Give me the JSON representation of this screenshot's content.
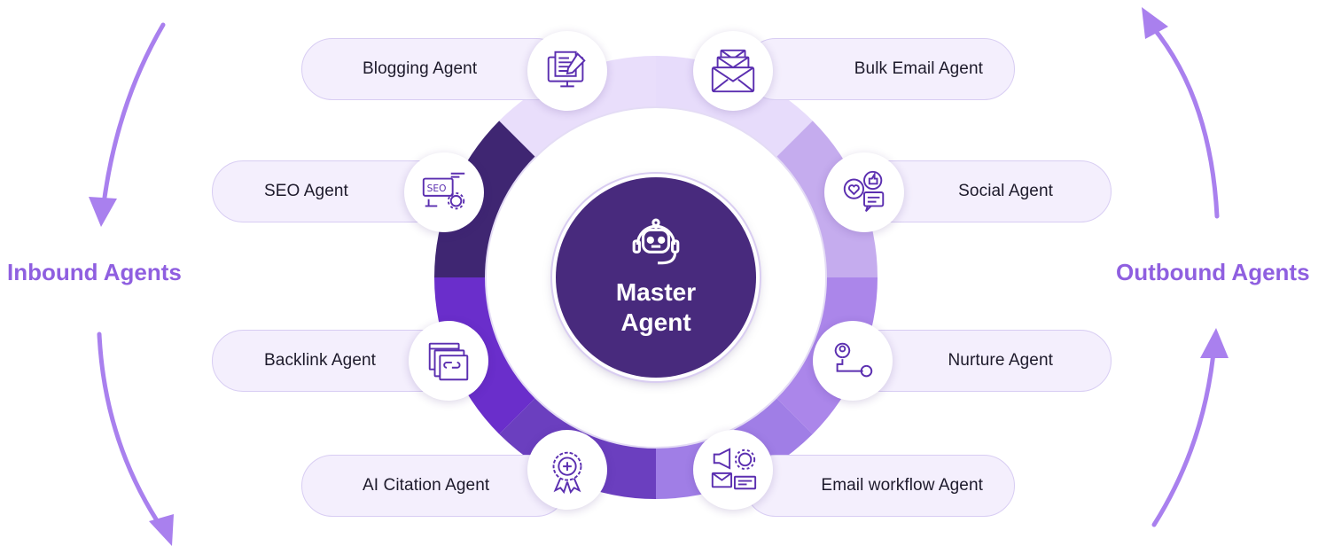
{
  "center": {
    "title": "Master Agent"
  },
  "left_group": {
    "label": "Inbound Agents"
  },
  "right_group": {
    "label": "Outbound Agents"
  },
  "inbound_agents": [
    {
      "label": "Blogging Agent",
      "icon": "blog-computer-icon"
    },
    {
      "label": "SEO Agent",
      "icon": "seo-gear-icon"
    },
    {
      "label": "Backlink Agent",
      "icon": "backlink-pages-icon"
    },
    {
      "label": "AI Citation Agent",
      "icon": "citation-badge-icon"
    }
  ],
  "outbound_agents": [
    {
      "label": "Bulk Email Agent",
      "icon": "envelopes-icon"
    },
    {
      "label": "Social Agent",
      "icon": "social-chat-icon"
    },
    {
      "label": "Nurture Agent",
      "icon": "path-route-icon"
    },
    {
      "label": "Email workflow Agent",
      "icon": "email-workflow-icon"
    }
  ],
  "colors": {
    "primary": "#482a7d",
    "accent": "#8f5fe0",
    "pill_bg": "#f4effd",
    "ring_segments": [
      "#e7dcfb",
      "#c5acee",
      "#ab86ea",
      "#a07ee6",
      "#6b3fbf",
      "#6a2ecb",
      "#3f2672",
      "#e9defb"
    ]
  }
}
